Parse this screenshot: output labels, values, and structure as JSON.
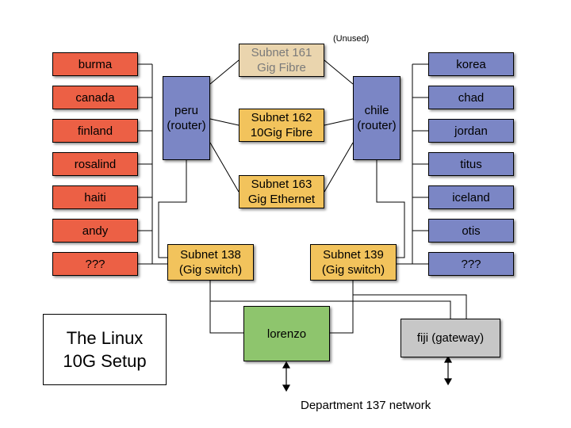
{
  "title": {
    "line1": "The Linux",
    "line2": "10G Setup"
  },
  "left_hosts": [
    "burma",
    "canada",
    "finland",
    "rosalind",
    "haiti",
    "andy",
    "???"
  ],
  "right_hosts": [
    "korea",
    "chad",
    "jordan",
    "titus",
    "iceland",
    "otis",
    "???"
  ],
  "routers": {
    "peru": {
      "name": "peru",
      "role": "(router)"
    },
    "chile": {
      "name": "chile",
      "role": "(router)"
    }
  },
  "subnets": {
    "s161": {
      "name": "Subnet 161",
      "type": "Gig Fibre",
      "note": "(Unused)"
    },
    "s162": {
      "name": "Subnet 162",
      "type": "10Gig Fibre"
    },
    "s163": {
      "name": "Subnet 163",
      "type": "Gig Ethernet"
    },
    "s138": {
      "name": "Subnet 138",
      "type": "(Gig switch)"
    },
    "s139": {
      "name": "Subnet 139",
      "type": "(Gig switch)"
    }
  },
  "lorenzo": "lorenzo",
  "fiji": "fiji (gateway)",
  "department": "Department 137 network",
  "colors": {
    "left_hosts": "#ec6045",
    "right_hosts": "#7b86c5",
    "routers": "#7b86c5",
    "subnet_active": "#f2c35c",
    "subnet_unused": "#ead5ae",
    "lorenzo": "#8ec56d",
    "fiji": "#c7c7c7"
  }
}
